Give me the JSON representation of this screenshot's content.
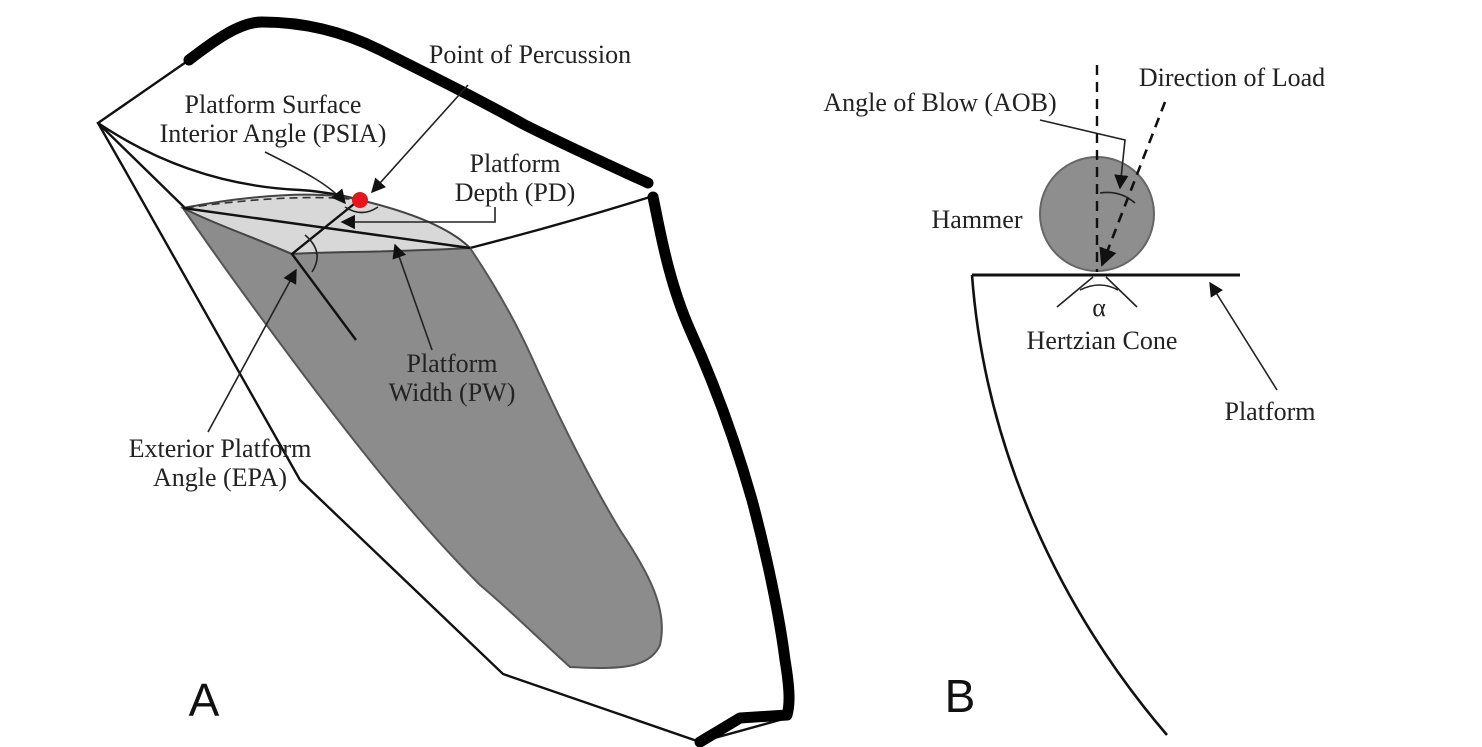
{
  "panel_a": {
    "letter": "A",
    "labels": {
      "point_of_percussion": "Point of Percussion",
      "psia_line1": "Platform Surface",
      "psia_line2": "Interior Angle (PSIA)",
      "pd_line1": "Platform",
      "pd_line2": "Depth (PD)",
      "pw_line1": "Platform",
      "pw_line2": "Width (PW)",
      "epa_line1": "Exterior Platform",
      "epa_line2": "Angle (EPA)"
    },
    "colors": {
      "ventral_fill": "#8c8c8c",
      "platform_fill": "#d8d8d8",
      "point_marker": "#e8141c",
      "outline": "#111111"
    }
  },
  "panel_b": {
    "letter": "B",
    "labels": {
      "angle_of_blow": "Angle of Blow (AOB)",
      "direction_of_load": "Direction of Load",
      "hammer": "Hammer",
      "alpha": "α",
      "hertzian_cone": "Hertzian Cone",
      "platform": "Platform"
    },
    "colors": {
      "hammer_fill": "#8e8e8e",
      "hammer_stroke": "#666666"
    }
  }
}
